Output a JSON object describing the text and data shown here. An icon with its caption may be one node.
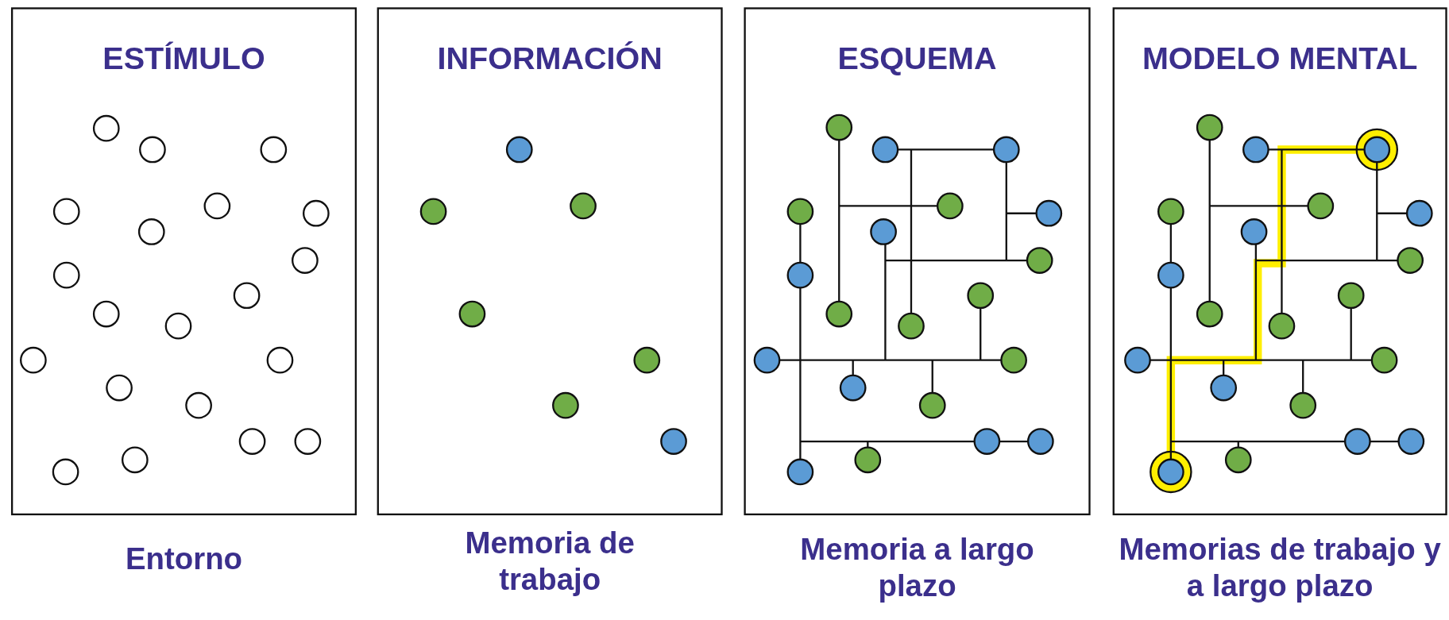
{
  "diagram": {
    "nodes": [
      {
        "text": [
          "ESTÍMULO"
        ],
        "beside": [
          "Entorno"
        ]
      },
      {
        "text": [
          "INFORMACIÓN"
        ],
        "beside": [
          "Memoria de trabajo"
        ]
      },
      {
        "text": [
          "ESQUEMA"
        ],
        "beside": [
          "Memoria a largo plazo"
        ]
      },
      {
        "text": [
          "MODELO MENTAL"
        ],
        "beside": [
          "Memorias de trabajo y a largo plazo"
        ]
      }
    ]
  }
}
